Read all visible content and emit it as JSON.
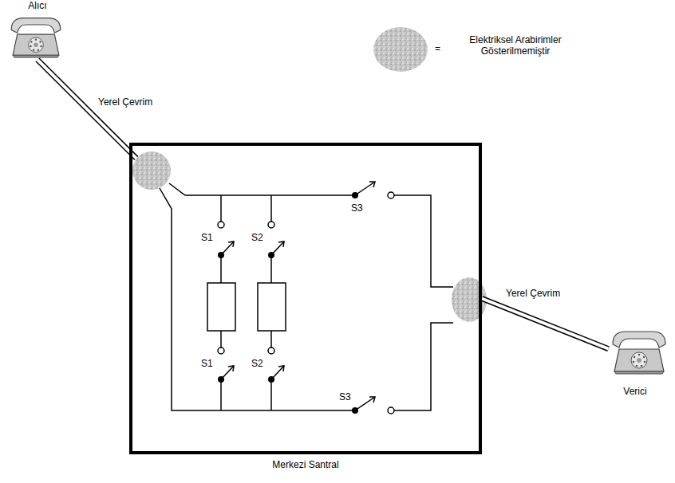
{
  "diagram": {
    "nodes": [
      {
        "text": [
          "Alıcı"
        ]
      },
      {
        "text": [
          "Merkezi Santral"
        ]
      },
      {
        "text": [
          "Verici"
        ]
      }
    ],
    "edges": [
      {
        "from": 0,
        "to": 1,
        "arrow": "none",
        "label": "Yerel Çevrim"
      },
      {
        "from": 1,
        "to": 2,
        "arrow": "none",
        "label": "Yerel Çevrim"
      }
    ],
    "labels": [
      "S3",
      "S1",
      "S2",
      "S1",
      "S2",
      "S3",
      "="
    ],
    "legend": [
      {
        "text": "Elektriksel Arabirimler Gösterilmemiştir"
      }
    ]
  }
}
